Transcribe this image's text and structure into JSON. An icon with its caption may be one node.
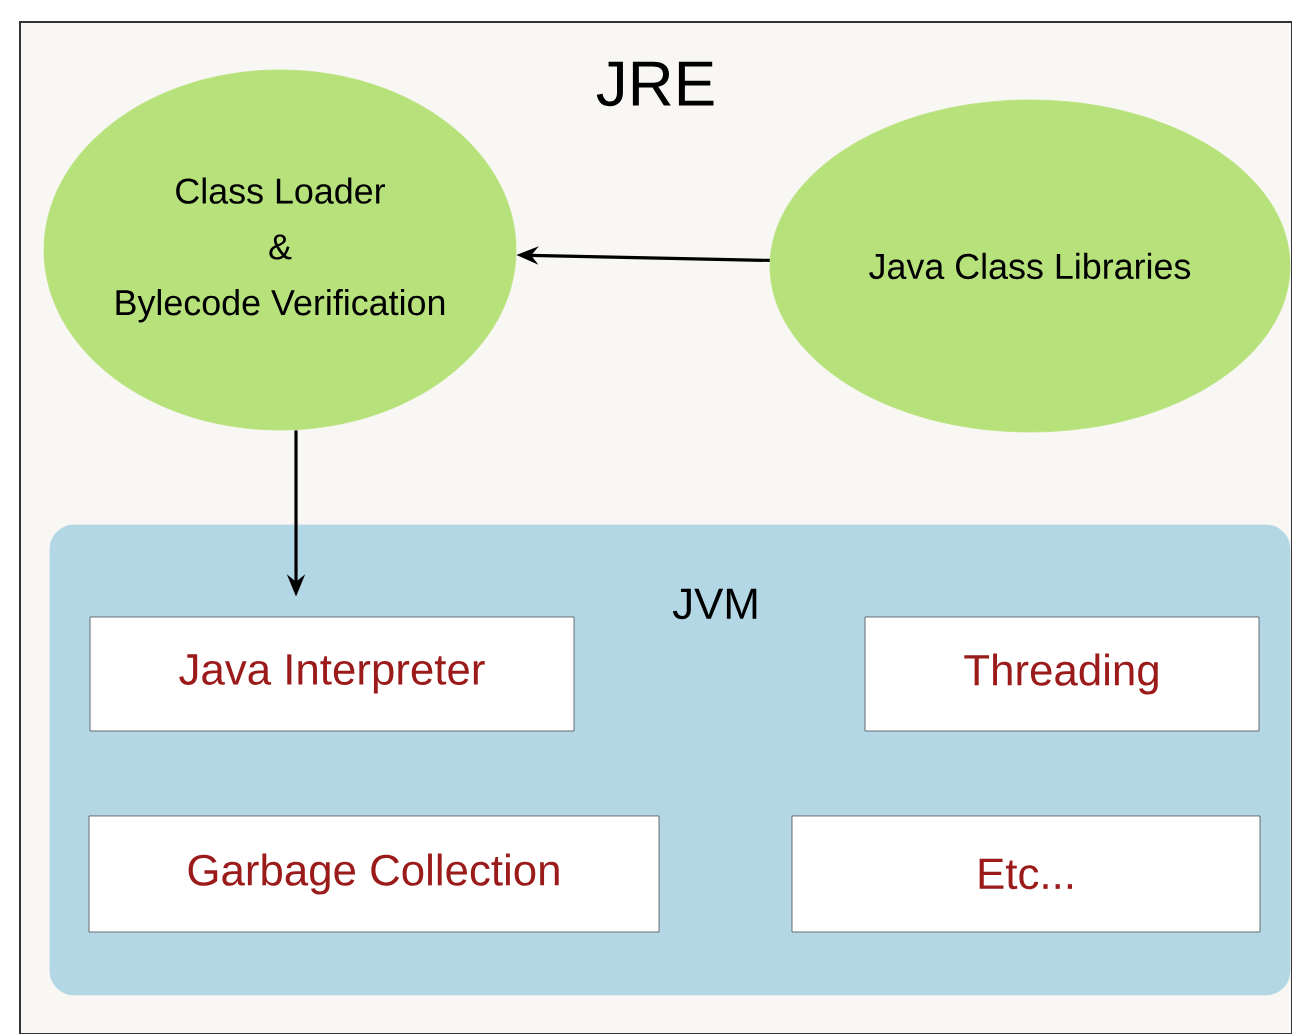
{
  "diagram": {
    "nodes": [
      {
        "text": [
          "JRE"
        ]
      },
      {
        "text": [
          "Class Loader",
          "&",
          "Bylecode Verification"
        ],
        "in": 0
      },
      {
        "text": [
          "Java Class Libraries"
        ],
        "in": 0
      },
      {
        "text": [
          "JVM"
        ],
        "in": 0
      },
      {
        "text": [
          "Java Interpreter"
        ],
        "in": 3
      },
      {
        "text": [
          "Threading"
        ],
        "in": 3
      },
      {
        "text": [
          "Garbage Collection"
        ],
        "in": 3
      },
      {
        "text": [
          "Etc..."
        ],
        "in": 3
      }
    ],
    "edges": [
      {
        "from": 2,
        "to": 1,
        "arrow": "to"
      },
      {
        "from": 1,
        "to": 4,
        "arrow": "to"
      }
    ]
  }
}
